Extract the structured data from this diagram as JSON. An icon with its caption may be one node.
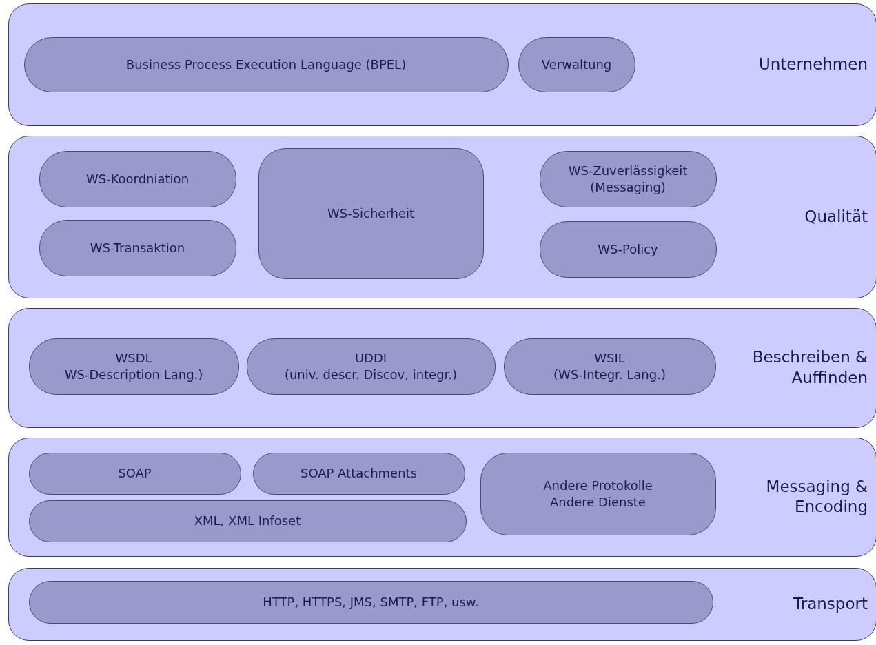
{
  "diagram": {
    "nodes": [
      {
        "text": [
          "Unternehmen"
        ]
      },
      {
        "text": [
          "Business Process Execution Language (BPEL)"
        ],
        "in": 0
      },
      {
        "text": [
          "Verwaltung"
        ],
        "in": 0
      },
      {
        "text": [
          "Qualität"
        ]
      },
      {
        "text": [
          "WS-Koordniation"
        ],
        "in": 3
      },
      {
        "text": [
          "WS-Transaktion"
        ],
        "in": 3
      },
      {
        "text": [
          "WS-Sicherheit"
        ],
        "in": 3
      },
      {
        "text": [
          "WS-Zuverlässigkeit (Messaging)"
        ],
        "in": 3
      },
      {
        "text": [
          "WS-Policy"
        ],
        "in": 3
      },
      {
        "text": [
          "Beschreiben & Auffinden"
        ]
      },
      {
        "text": [
          "WSDL",
          "WS-Description Lang.)"
        ],
        "in": 9
      },
      {
        "text": [
          "UDDI",
          "(univ. descr. Discov, integr.)"
        ],
        "in": 9
      },
      {
        "text": [
          "WSIL",
          "(WS-Integr. Lang.)"
        ],
        "in": 9
      },
      {
        "text": [
          "Messaging & Encoding"
        ]
      },
      {
        "text": [
          "SOAP"
        ],
        "in": 13
      },
      {
        "text": [
          "SOAP Attachments"
        ],
        "in": 13
      },
      {
        "text": [
          "XML, XML Infoset"
        ],
        "in": 13
      },
      {
        "text": [
          "Andere Protokolle",
          "Andere Dienste"
        ],
        "in": 13
      },
      {
        "text": [
          "Transport"
        ]
      },
      {
        "text": [
          "HTTP, HTTPS, JMS, SMTP, FTP, usw."
        ],
        "in": 18
      }
    ]
  }
}
